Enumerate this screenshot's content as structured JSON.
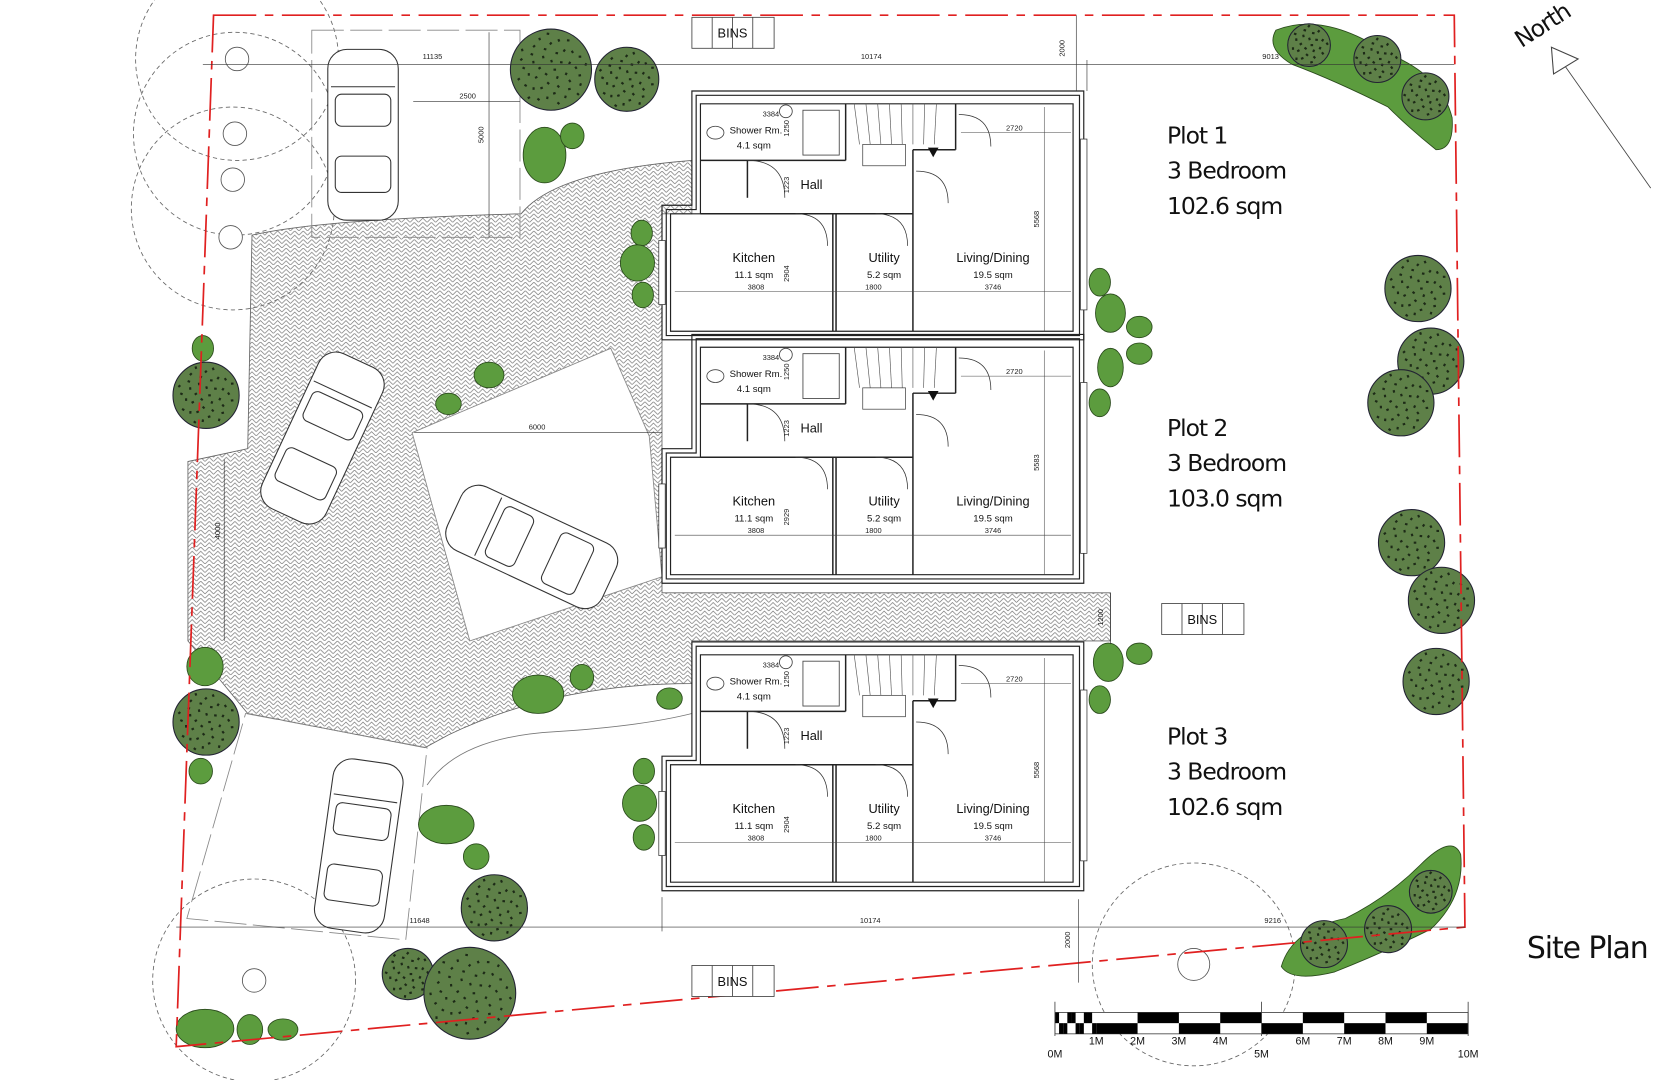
{
  "title": "Site Plan",
  "north_label": "North",
  "colors": {
    "boundary": "#e02020",
    "tree": "#5e8048",
    "shrub": "#5c9c3e",
    "paving": "#888888"
  },
  "bins_label": "BINS",
  "plots": [
    {
      "name": "Plot 1",
      "type": "3 Bedroom",
      "area": "102.6 sqm",
      "rooms": {
        "shower": "Shower Rm.",
        "shower_area": "4.1 sqm",
        "hall": "Hall",
        "kitchen": "Kitchen",
        "kitchen_area": "11.1 sqm",
        "utility": "Utility",
        "utility_area": "5.2 sqm",
        "living": "Living/Dining",
        "living_area": "19.5 sqm"
      },
      "dims": {
        "shower_w": "3384",
        "shower_d": "1250",
        "hall_d": "1223",
        "kitchen_w": "3808",
        "kitchen_d": "2904",
        "utility_w": "1800",
        "living_w": "3746",
        "living_top": "2720",
        "living_d": "5568"
      }
    },
    {
      "name": "Plot 2",
      "type": "3 Bedroom",
      "area": "103.0 sqm",
      "rooms": {
        "shower": "Shower Rm.",
        "shower_area": "4.1 sqm",
        "hall": "Hall",
        "kitchen": "Kitchen",
        "kitchen_area": "11.1 sqm",
        "utility": "Utility",
        "utility_area": "5.2 sqm",
        "living": "Living/Dining",
        "living_area": "19.5 sqm"
      },
      "dims": {
        "shower_w": "3384",
        "shower_d": "1250",
        "hall_d": "1223",
        "kitchen_w": "3808",
        "kitchen_d": "2929",
        "utility_w": "1800",
        "living_w": "3746",
        "living_top": "2720",
        "living_d": "5583"
      }
    },
    {
      "name": "Plot 3",
      "type": "3 Bedroom",
      "area": "102.6 sqm",
      "rooms": {
        "shower": "Shower Rm.",
        "shower_area": "4.1 sqm",
        "hall": "Hall",
        "kitchen": "Kitchen",
        "kitchen_area": "11.1 sqm",
        "utility": "Utility",
        "utility_area": "5.2 sqm",
        "living": "Living/Dining",
        "living_area": "19.5 sqm"
      },
      "dims": {
        "shower_w": "3384",
        "shower_d": "1250",
        "hall_d": "1223",
        "kitchen_w": "3808",
        "kitchen_d": "2904",
        "utility_w": "1800",
        "living_w": "3746",
        "living_top": "2720",
        "living_d": "5568"
      }
    }
  ],
  "site_dims": {
    "top_left": "11135",
    "top_mid": "10174",
    "top_right": "9013",
    "top_setback": "2000",
    "parking_w": "2500",
    "parking_l": "5000",
    "drive_w": "6000",
    "drive_d": "4000",
    "path_w": "1200",
    "bottom_left": "11648",
    "bottom_mid": "10174",
    "bottom_right": "9216",
    "bottom_setback": "2000"
  },
  "scale_bar": {
    "labels": [
      "0M",
      "1M",
      "2M",
      "3M",
      "4M",
      "5M",
      "6M",
      "7M",
      "8M",
      "9M",
      "10M"
    ]
  }
}
